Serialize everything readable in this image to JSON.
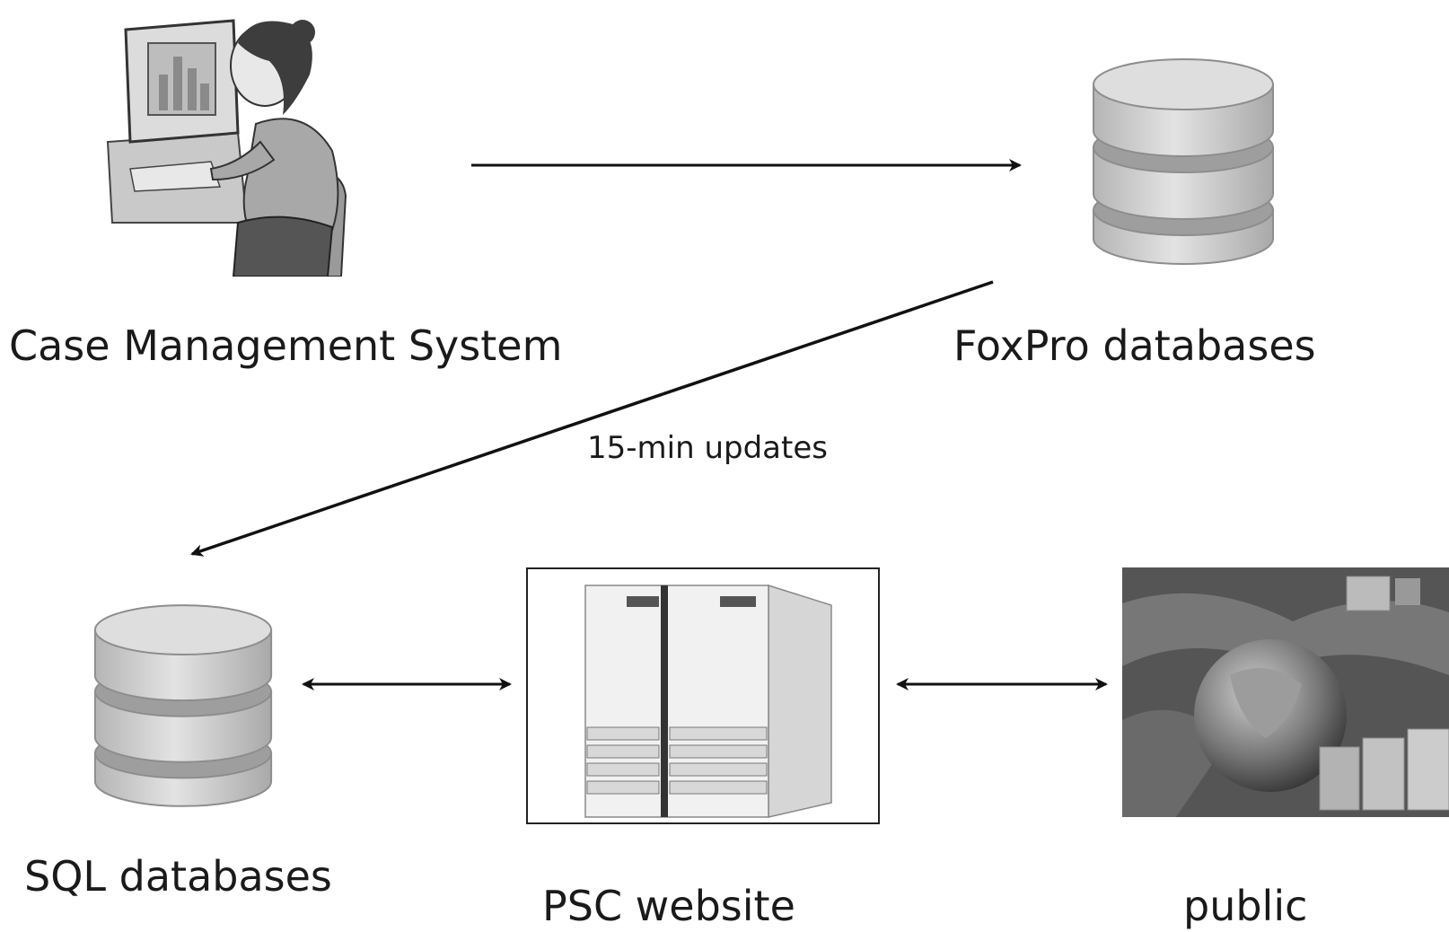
{
  "nodes": {
    "case_management": {
      "label": "Case Management System",
      "icon": "person-at-computer-icon"
    },
    "foxpro": {
      "label": "FoxPro databases",
      "icon": "database-icon"
    },
    "sql": {
      "label": "SQL databases",
      "icon": "database-icon"
    },
    "psc_website": {
      "label": "PSC website",
      "icon": "server-icon"
    },
    "public": {
      "label": "public",
      "icon": "globe-photo-icon"
    }
  },
  "edges": [
    {
      "from": "Case Management System",
      "to": "FoxPro databases",
      "direction": "one-way",
      "label": ""
    },
    {
      "from": "FoxPro databases",
      "to": "SQL databases",
      "direction": "one-way",
      "label": "15-min updates"
    },
    {
      "from": "SQL databases",
      "to": "PSC website",
      "direction": "two-way",
      "label": ""
    },
    {
      "from": "PSC website",
      "to": "public",
      "direction": "two-way",
      "label": ""
    }
  ],
  "colors": {
    "line": "#111111",
    "text": "#1a1a1a",
    "database_body": "#cfcfcf",
    "database_band": "#9a9a9a"
  }
}
